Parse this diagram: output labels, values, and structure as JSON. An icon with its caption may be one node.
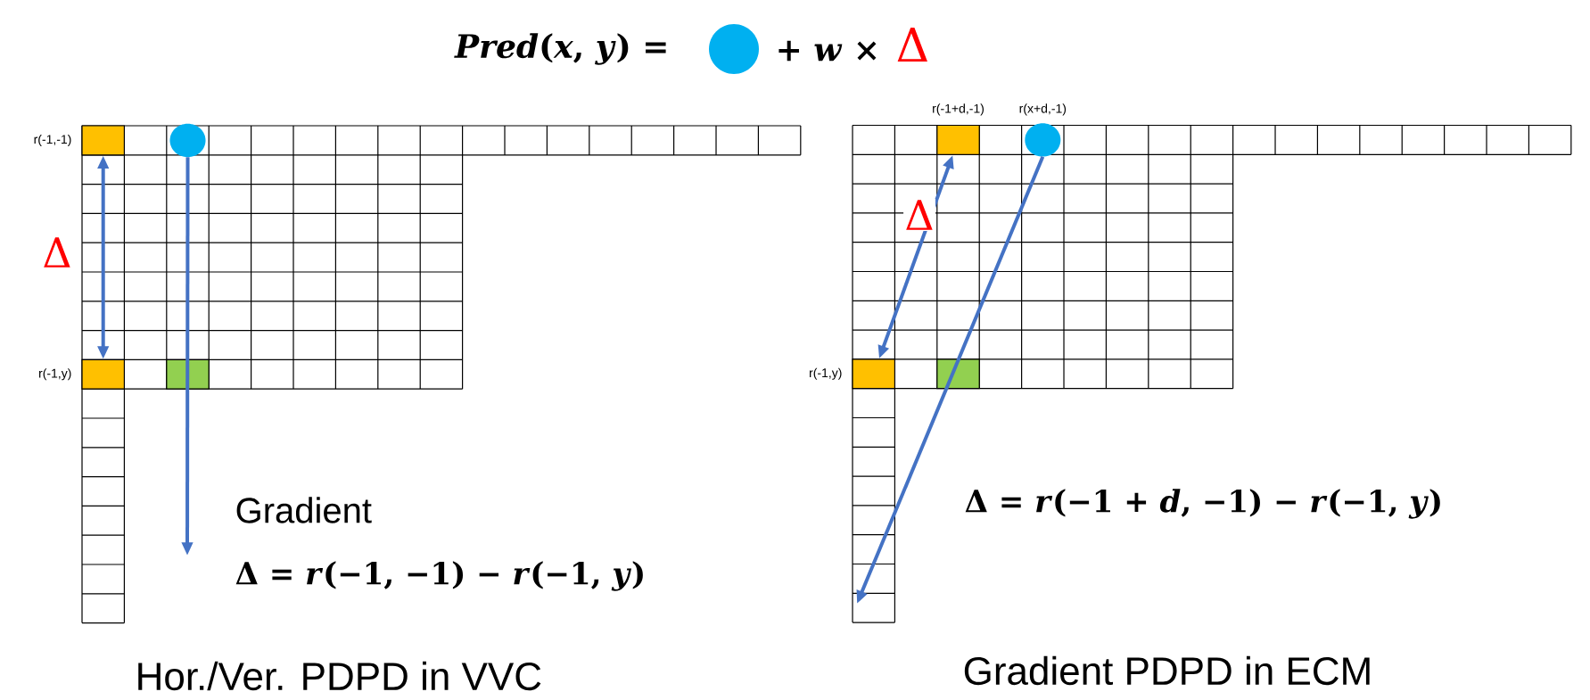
{
  "diagram": {
    "nodes": [
      {
        "text": [],
        "shape": "box",
        "beside": [
          "r(-1,-1)"
        ]
      },
      {
        "text": [],
        "shape": "circle"
      },
      {
        "text": [],
        "shape": "box",
        "beside": [
          "r(-1,y)"
        ]
      },
      {
        "text": [],
        "shape": "box",
        "beside": [
          "r(-1+d,-1)"
        ]
      },
      {
        "text": [],
        "shape": "circle",
        "beside": [
          "r(x+d,-1)"
        ]
      },
      {
        "text": [],
        "shape": "box",
        "beside": [
          "r(-1,y)"
        ]
      }
    ],
    "edges": [
      {
        "from": 0,
        "to": 2,
        "arrow": "both",
        "label": "Δ"
      },
      {
        "from": 1,
        "to": null,
        "arrow": "to"
      },
      {
        "from": 3,
        "to": 5,
        "arrow": "both",
        "label": "Δ"
      },
      {
        "from": 4,
        "to": null,
        "arrow": "to"
      }
    ],
    "labels": [
      "*Pred*(*x*, *y*) =",
      "+ *w* ×",
      "Δ",
      "Gradient",
      "Δ = *r*(−1, −1) − *r*(−1, *y*)",
      "Hor./Ver. PDPD in VVC",
      "Δ = *r*(−1 + *d*, −1) − *r*(−1, *y*)",
      "Gradient PDPD in ECM"
    ]
  }
}
